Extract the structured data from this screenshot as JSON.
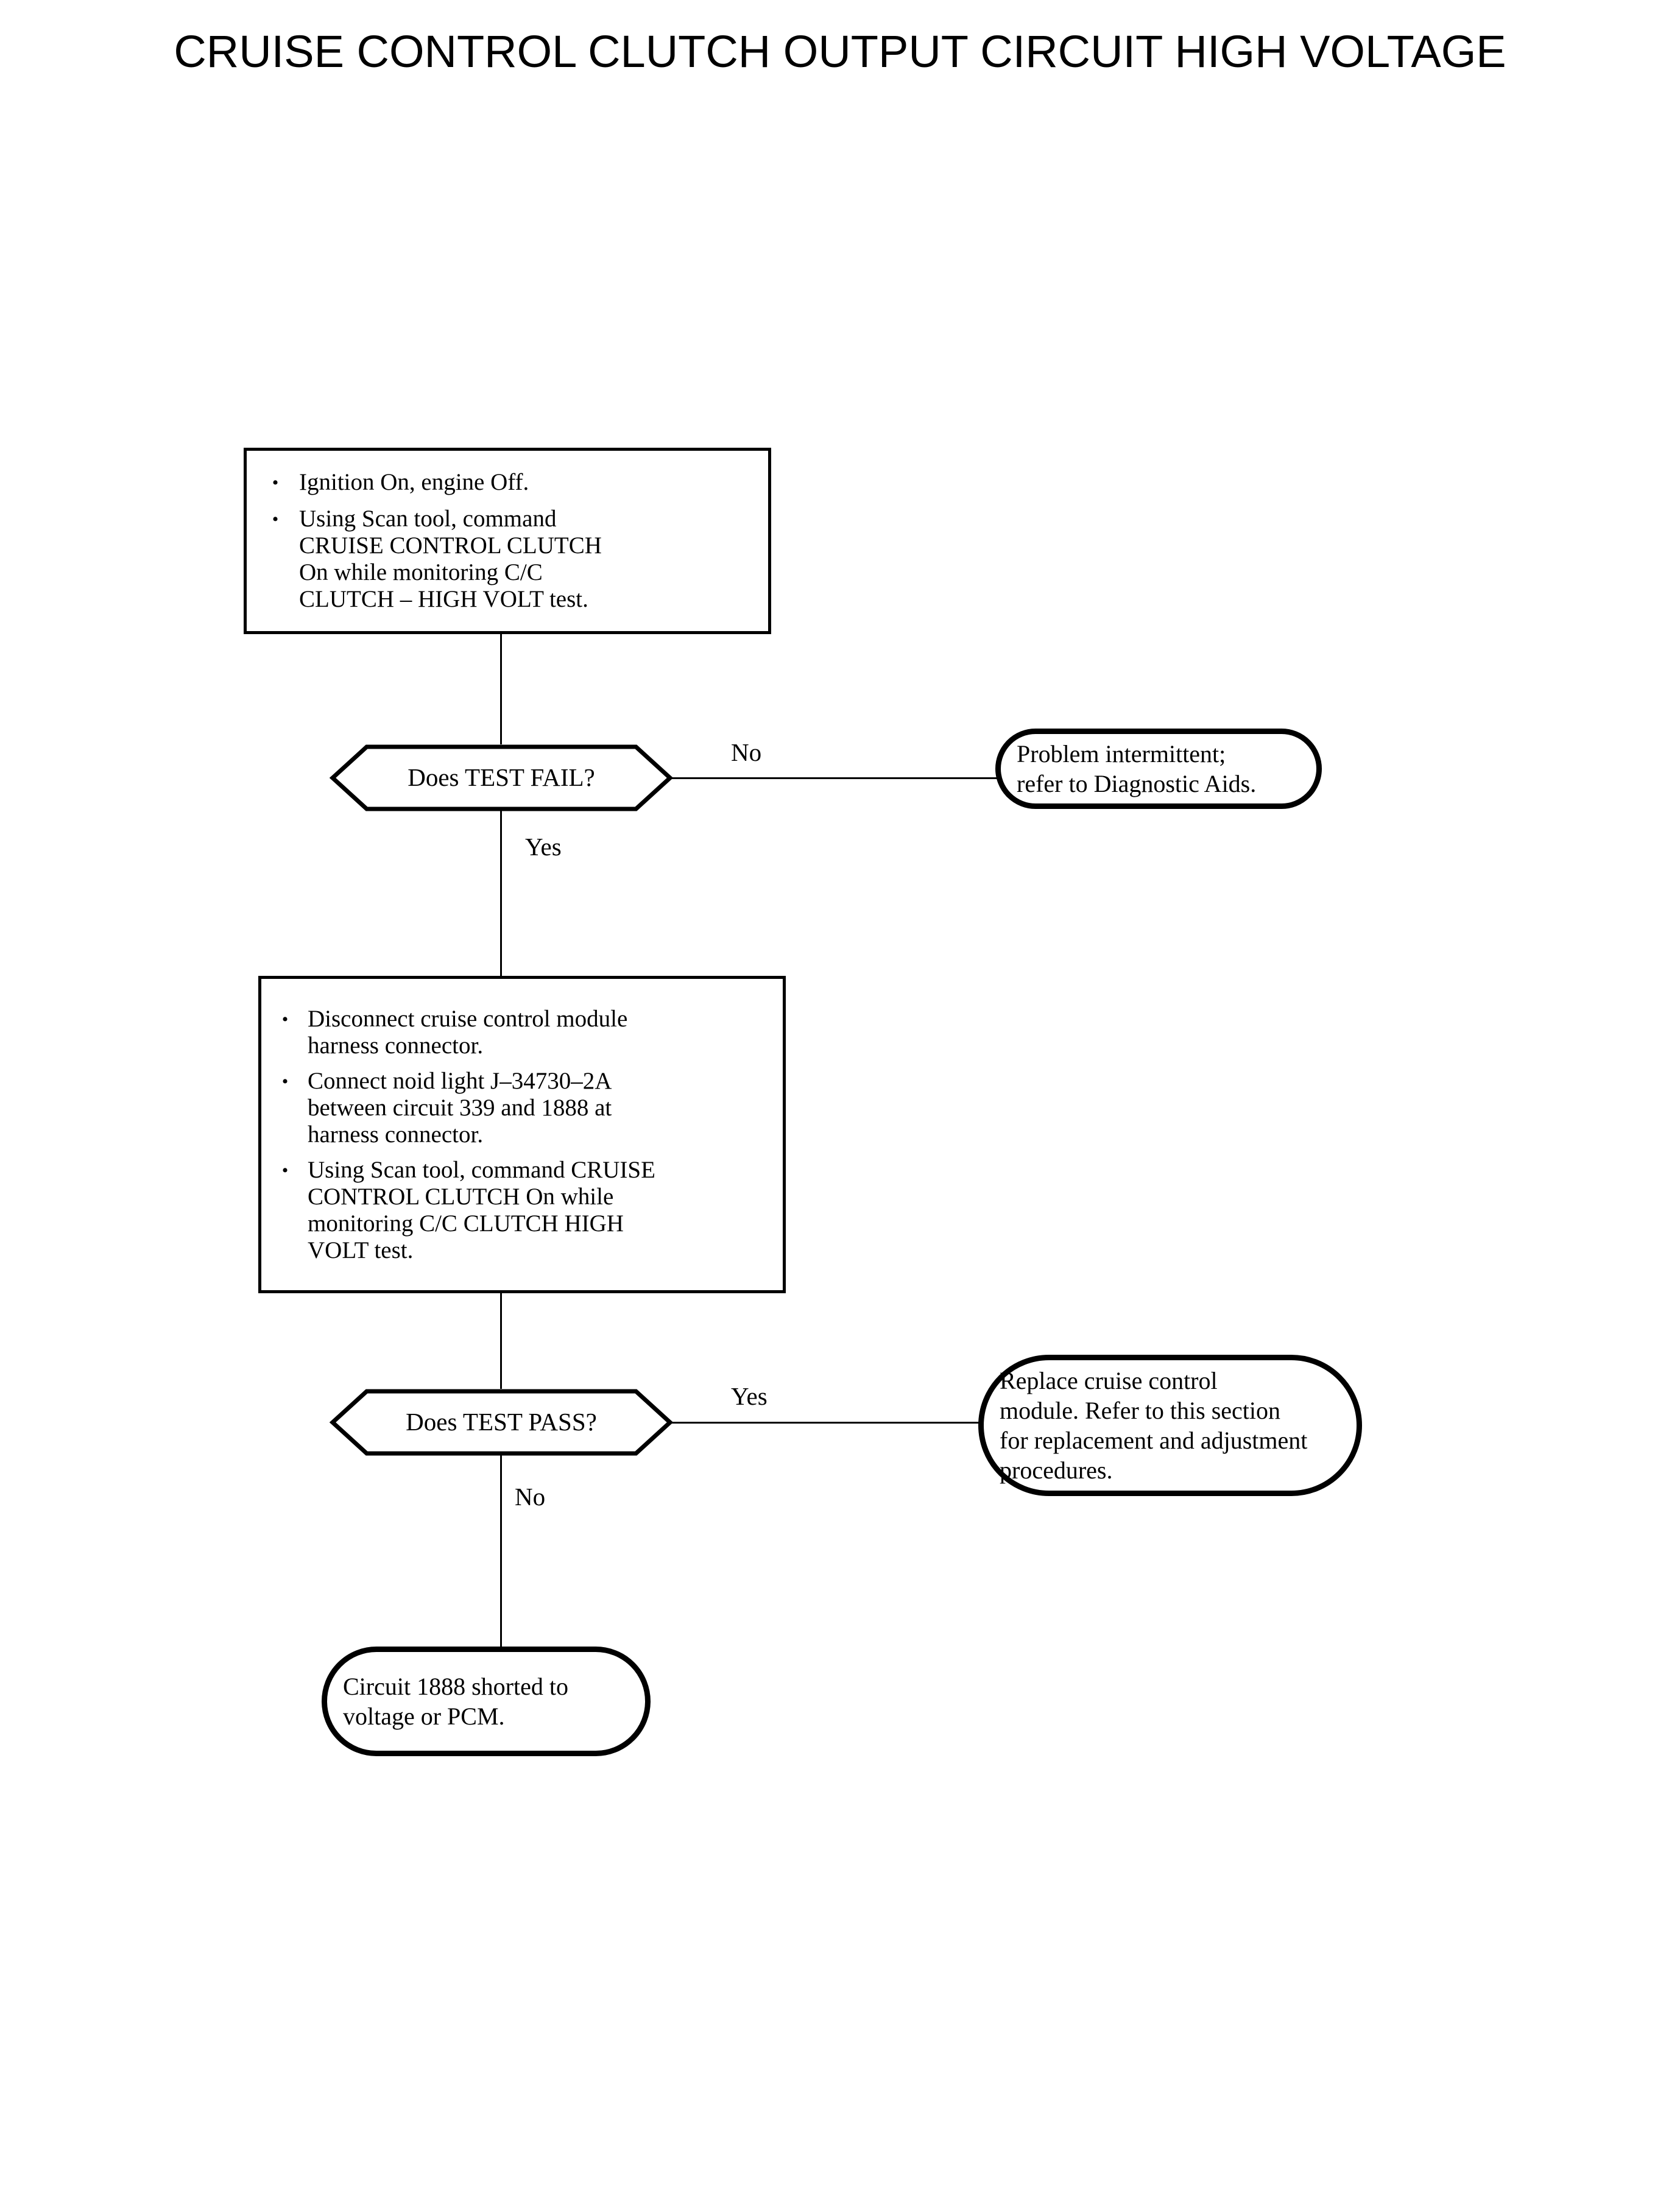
{
  "page": {
    "title": "CRUISE CONTROL CLUTCH OUTPUT CIRCUIT HIGH VOLTAGE",
    "background_color": "#ffffff",
    "ink_color": "#000000"
  },
  "chart_data": {
    "type": "diagram",
    "diagram_kind": "flowchart",
    "title": "CRUISE CONTROL CLUTCH OUTPUT CIRCUIT HIGH VOLTAGE",
    "orientation": "top-to-bottom",
    "nodes": [
      {
        "id": "step1",
        "shape": "process",
        "bullets": [
          "Ignition On, engine Off.",
          "Using Scan tool, command\nCRUISE CONTROL CLUTCH\nOn while monitoring C/C\nCLUTCH – HIGH VOLT test."
        ]
      },
      {
        "id": "decision1",
        "shape": "hexagon",
        "label": "Does TEST FAIL?"
      },
      {
        "id": "intermittent",
        "shape": "terminator",
        "label": "Problem intermittent;\nrefer to Diagnostic Aids."
      },
      {
        "id": "step2",
        "shape": "process",
        "bullets": [
          "Disconnect cruise control module\nharness connector.",
          "Connect noid light J–34730–2A\nbetween circuit 339 and 1888 at\nharness connector.",
          "Using Scan tool, command CRUISE\nCONTROL CLUTCH On while\nmonitoring C/C CLUTCH HIGH\nVOLT test."
        ]
      },
      {
        "id": "decision2",
        "shape": "hexagon",
        "label": "Does TEST PASS?"
      },
      {
        "id": "replace",
        "shape": "terminator",
        "label": "Replace cruise control\nmodule. Refer to this section\nfor replacement and adjustment\nprocedures."
      },
      {
        "id": "shorted",
        "shape": "terminator",
        "label": "Circuit 1888 shorted to\nvoltage or PCM."
      }
    ],
    "edges": [
      {
        "from": "step1",
        "to": "decision1",
        "label": ""
      },
      {
        "from": "decision1",
        "to": "intermittent",
        "label": "No"
      },
      {
        "from": "decision1",
        "to": "step2",
        "label": "Yes"
      },
      {
        "from": "step2",
        "to": "decision2",
        "label": ""
      },
      {
        "from": "decision2",
        "to": "replace",
        "label": "Yes"
      },
      {
        "from": "decision2",
        "to": "shorted",
        "label": "No"
      }
    ]
  },
  "steps": {
    "step1": {
      "bullet1": "Ignition On, engine Off.",
      "bullet2": "Using Scan tool, command\nCRUISE CONTROL CLUTCH\nOn while monitoring C/C\nCLUTCH – HIGH VOLT test."
    },
    "step2": {
      "bullet1": "Disconnect cruise control module\nharness connector.",
      "bullet2": "Connect noid light J–34730–2A\nbetween circuit 339 and 1888 at\nharness connector.",
      "bullet3": "Using Scan tool, command CRUISE\nCONTROL CLUTCH On while\nmonitoring C/C CLUTCH HIGH\nVOLT test."
    }
  },
  "decisions": {
    "decision1": "Does TEST FAIL?",
    "decision2": "Does TEST PASS?"
  },
  "terminators": {
    "intermittent": "Problem intermittent;\nrefer to Diagnostic Aids.",
    "replace": "Replace cruise control\nmodule. Refer to this section\nfor replacement and adjustment\nprocedures.",
    "shorted": "Circuit 1888 shorted to\nvoltage or PCM."
  },
  "branch_labels": {
    "no_1": "No",
    "yes_1": "Yes",
    "yes_2": "Yes",
    "no_2": "No"
  },
  "symbols": {
    "bullet": "•"
  }
}
